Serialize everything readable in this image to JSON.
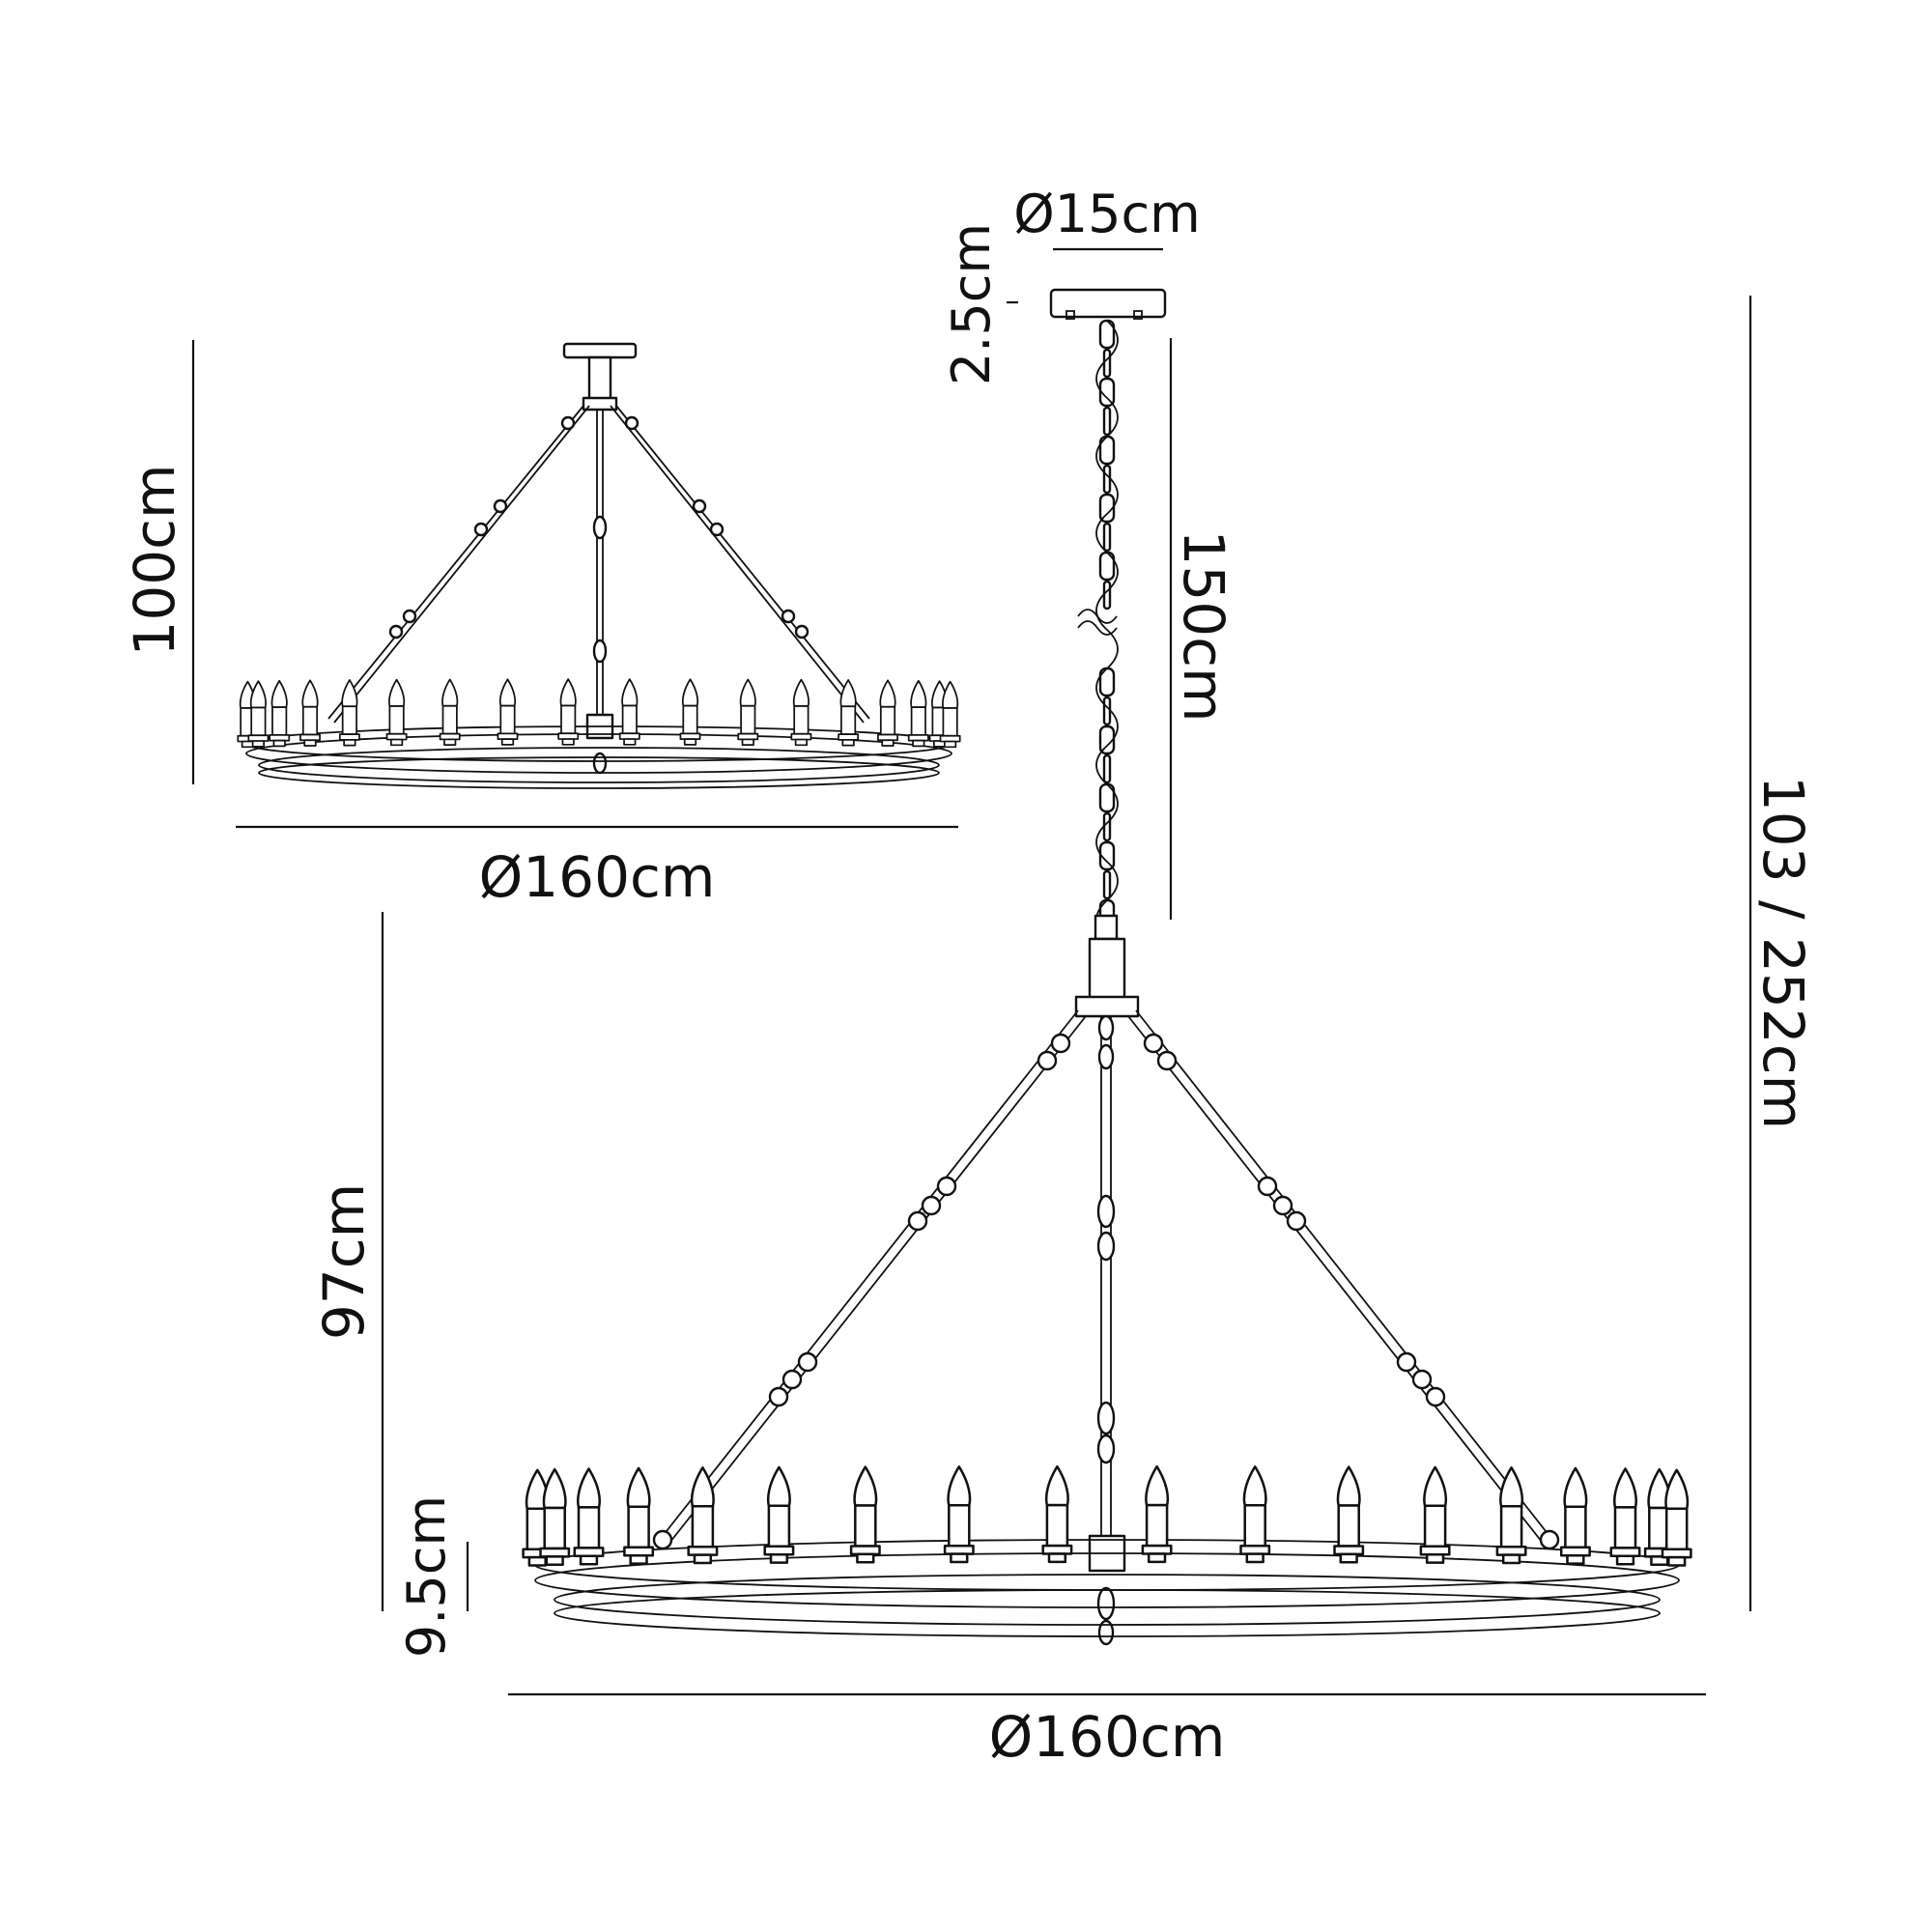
{
  "colors": {
    "line": "#111111",
    "background": "#ffffff"
  },
  "small_view": {
    "height_label": "100cm",
    "diameter_label": "Ø160cm",
    "candle_count": 18
  },
  "large_view": {
    "canopy_diameter_label": "Ø15cm",
    "canopy_height_label": "2.5cm",
    "chain_length_label": "150cm",
    "total_height_label": "103 / 252cm",
    "body_height_label": "97cm",
    "ring_height_label": "9.5cm",
    "diameter_label": "Ø160cm",
    "candle_count": 18
  }
}
